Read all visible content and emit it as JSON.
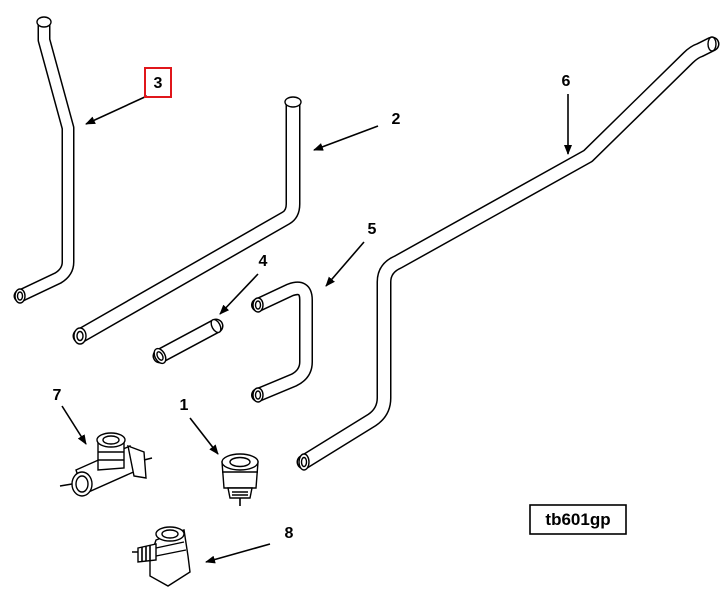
{
  "diagram": {
    "callouts": [
      {
        "id": "1",
        "label": "1"
      },
      {
        "id": "2",
        "label": "2"
      },
      {
        "id": "3",
        "label": "3",
        "highlighted": true
      },
      {
        "id": "4",
        "label": "4"
      },
      {
        "id": "5",
        "label": "5"
      },
      {
        "id": "6",
        "label": "6"
      },
      {
        "id": "7",
        "label": "7"
      },
      {
        "id": "8",
        "label": "8"
      }
    ],
    "figure_code": "tb601gp",
    "highlight_color": "#e0161b",
    "line_color": "#000000",
    "background_color": "#ffffff"
  }
}
